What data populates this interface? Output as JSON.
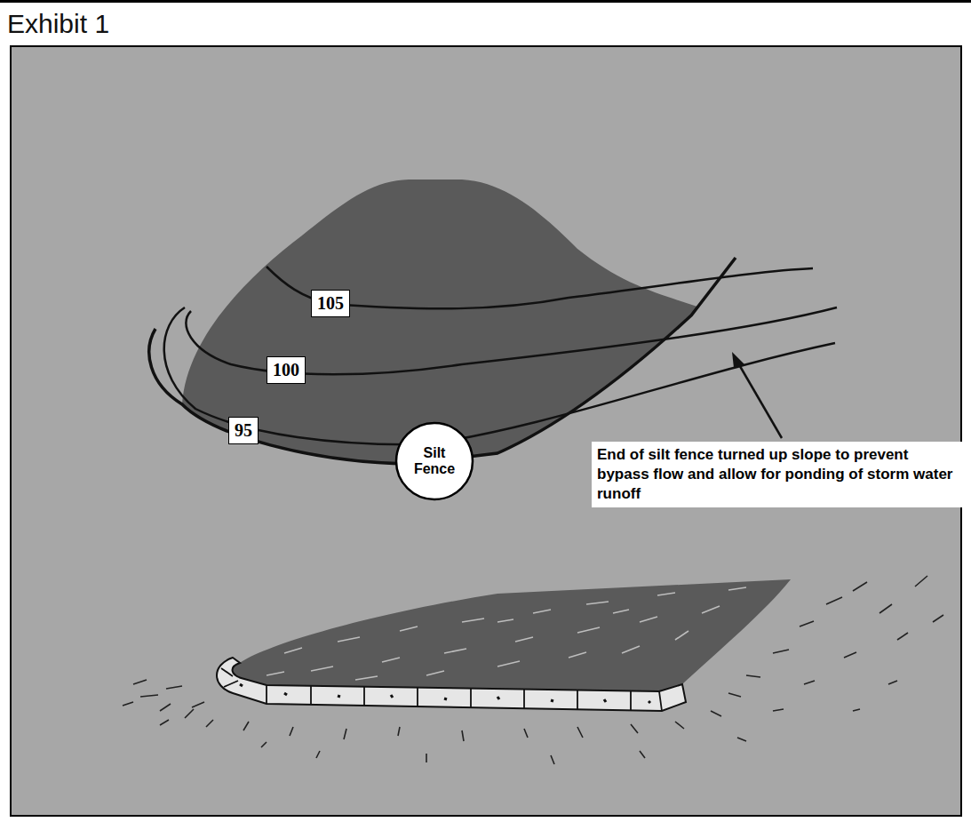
{
  "diagram": {
    "title": "Exhibit 1",
    "nodes": [
      {
        "text": [
          "105"
        ]
      },
      {
        "text": [
          "100"
        ]
      },
      {
        "text": [
          "95"
        ]
      },
      {
        "text": [
          "Silt Fence"
        ]
      },
      {
        "text": [
          "End of silt fence turned up slope to prevent bypass flow and allow for ponding of storm water runoff"
        ]
      }
    ]
  }
}
